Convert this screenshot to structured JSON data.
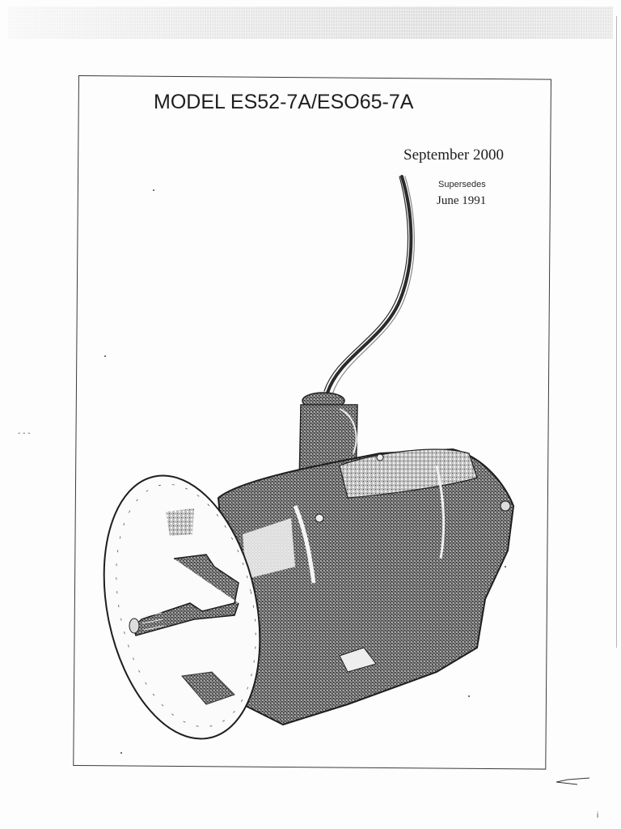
{
  "document": {
    "title": "MODEL ES52-7A/ESO65-7A",
    "issue_date": "September 2000",
    "supersedes_label": "Supersedes",
    "supersedes_date": "June 1991"
  },
  "illustration": {
    "subject": "transmission with bell housing and shift lever",
    "icon": "transmission-illustration"
  },
  "margin_marks": {
    "left": "- - -",
    "bottom_right_arrow": "arrow-left-mark",
    "bottom_right": "i"
  },
  "colors": {
    "paper": "#fdfdfd",
    "ink": "#1e1e1e",
    "frame": "#3a3a3a",
    "halftone": "#4a4a4a"
  }
}
